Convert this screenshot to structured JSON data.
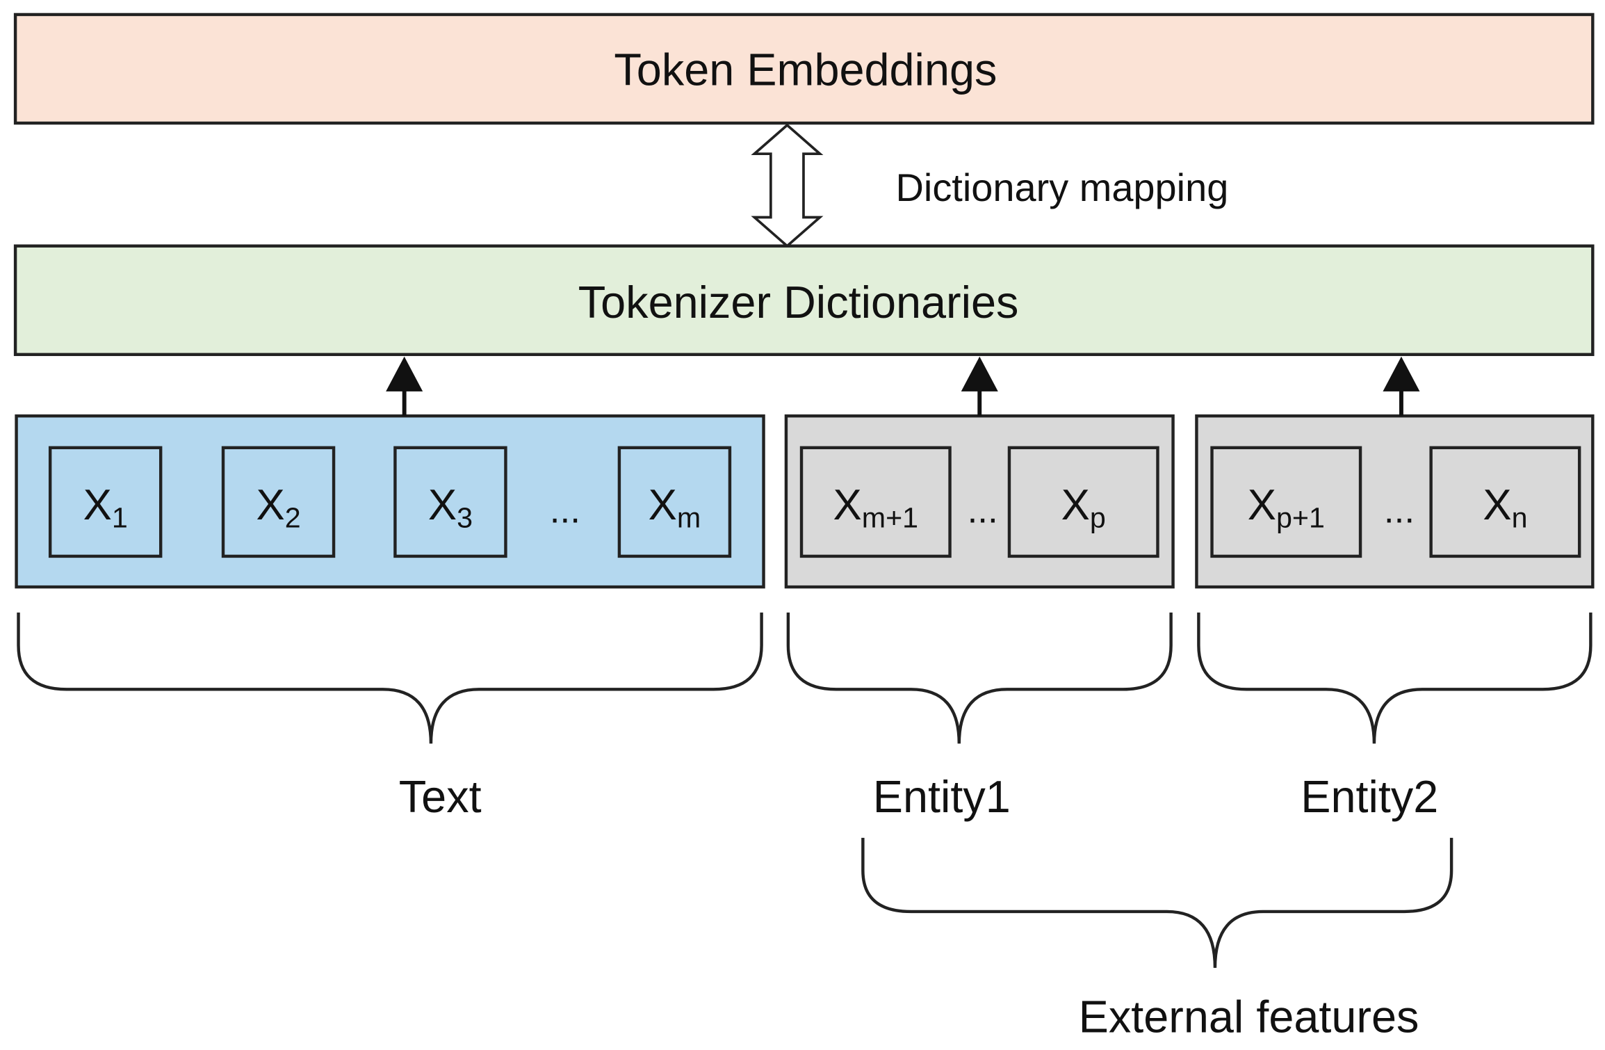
{
  "top_box": {
    "label": "Token Embeddings",
    "color": "#fbe3d6"
  },
  "mapping": {
    "label": "Dictionary mapping"
  },
  "dict_box": {
    "label": "Tokenizer Dictionaries",
    "color": "#e2efda"
  },
  "groups": [
    {
      "label": "Text",
      "color": "#b4d8ef",
      "tokens": [
        {
          "base": "X",
          "sub": "1"
        },
        {
          "base": "X",
          "sub": "2"
        },
        {
          "base": "X",
          "sub": "3"
        },
        {
          "base": "X",
          "sub": "m"
        }
      ],
      "ellipsis": "..."
    },
    {
      "label": "Entity1",
      "color": "#d9d9d9",
      "tokens": [
        {
          "base": "X",
          "sub": "m+1"
        },
        {
          "base": "X",
          "sub": "p"
        }
      ],
      "ellipsis": "..."
    },
    {
      "label": "Entity2",
      "color": "#d9d9d9",
      "tokens": [
        {
          "base": "X",
          "sub": "p+1"
        },
        {
          "base": "X",
          "sub": "n"
        }
      ],
      "ellipsis": "..."
    }
  ],
  "external": {
    "label": "External features"
  }
}
